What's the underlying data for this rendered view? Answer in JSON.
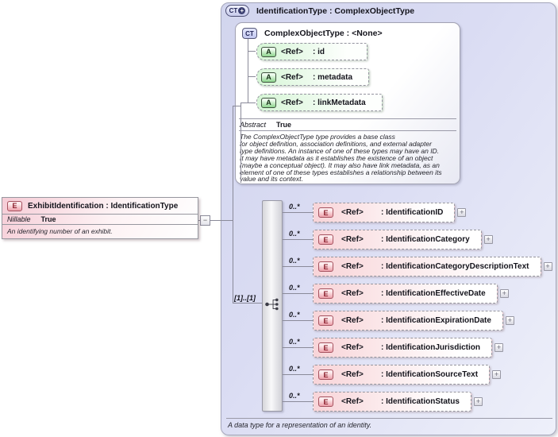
{
  "icons": {
    "element_badge": "E",
    "attribute_badge": "A",
    "complex_type_badge": "CT",
    "header_plus_glyph": "+",
    "expand_glyph": "+",
    "collapse_glyph": "−"
  },
  "left_element": {
    "title": "ExhibitIdentification : IdentificationType",
    "property_label": "Nillable",
    "property_value": "True",
    "documentation": "An identifying number of an exhibit."
  },
  "panel": {
    "title": "IdentificationType : ComplexObjectType",
    "footer_documentation": "A data type for a representation of an identity.",
    "base_type": {
      "title": "ComplexObjectType : <None>",
      "property_label": "Abstract",
      "property_value": "True",
      "attributes": [
        {
          "ref": "<Ref>",
          "label": ": id"
        },
        {
          "ref": "<Ref>",
          "label": ": metadata"
        },
        {
          "ref": "<Ref>",
          "label": ": linkMetadata"
        }
      ],
      "documentation_lines": [
        "The ComplexObjectType type provides a base class",
        "for object definition, association definitions, and external adapter",
        "type definitions. An instance of one of these types may have an ID.",
        "It may have metadata as it establishes the existence of an object",
        "(maybe a conceptual object). It may also have link metadata, as an",
        "element of one of these types establishes a relationship between its",
        "value and its context."
      ]
    },
    "sequence_cardinality": "[1]..[1]",
    "elements": [
      {
        "cardinality": "0..*",
        "ref": "<Ref>",
        "label": ": IdentificationID"
      },
      {
        "cardinality": "0..*",
        "ref": "<Ref>",
        "label": ": IdentificationCategory"
      },
      {
        "cardinality": "0..*",
        "ref": "<Ref>",
        "label": ": IdentificationCategoryDescriptionText"
      },
      {
        "cardinality": "0..*",
        "ref": "<Ref>",
        "label": ": IdentificationEffectiveDate"
      },
      {
        "cardinality": "0..*",
        "ref": "<Ref>",
        "label": ": IdentificationExpirationDate"
      },
      {
        "cardinality": "0..*",
        "ref": "<Ref>",
        "label": ": IdentificationJurisdiction"
      },
      {
        "cardinality": "0..*",
        "ref": "<Ref>",
        "label": ": IdentificationSourceText"
      },
      {
        "cardinality": "0..*",
        "ref": "<Ref>",
        "label": ": IdentificationStatus"
      }
    ]
  },
  "colors": {
    "panel_background": "#d8dbf2",
    "element_fill": "#f8d4d8",
    "attribute_fill": "#d6f5d6",
    "complex_type_badge_fill": "#c8cbec"
  }
}
